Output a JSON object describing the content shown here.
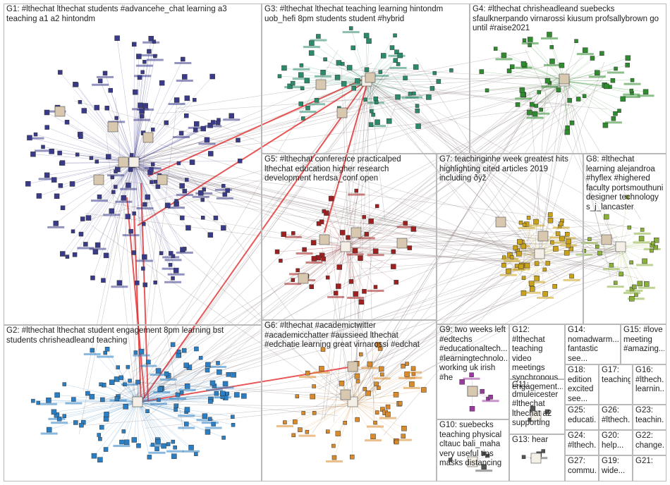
{
  "groups": [
    {
      "id": "G1",
      "label": "G1: #lthechat lthechat students #advancehe_chat learning a3\nteaching a1 a2 hintondm",
      "color": "#3a3a8a"
    },
    {
      "id": "G2",
      "label": "G2: #lthechat lthechat student engagement 8pm learning bst\nstudents chrisheadleand teaching",
      "color": "#2a7fc4"
    },
    {
      "id": "G3",
      "label": "G3: #lthechat lthechat teaching learning hintondm\nuob_hefi 8pm students student #hybrid",
      "color": "#2a8a6a"
    },
    {
      "id": "G4",
      "label": "G4: #lthechat chrisheadleand suebecks\nsfaulknerpando virnarossi kiusum profsallybrown go\nuntil #raise2021",
      "color": "#2e8b2e"
    },
    {
      "id": "G5",
      "label": "G5: #lthechat conference practicalped\nlthechat education higher research\ndevelopment herdsa_conf open",
      "color": "#a02020"
    },
    {
      "id": "G6",
      "label": "G6: #lthechat #academictwitter\n#academicchatter #aussieed lthechat\n#edchatie learning great virnarossi #edchat",
      "color": "#d98a2a"
    },
    {
      "id": "G7",
      "label": "G7: teachinginhe week greatest hits\nhighlighting cited articles 2019\nincluding ðÿž",
      "color": "#c9a21a"
    },
    {
      "id": "G8",
      "label": "G8: #lthechat\nlearning alejandroa\n#hyflex #highered\nfaculty portsmouthuni\ndesigner technology\ns_j_lancaster",
      "color": "#8ab03a"
    },
    {
      "id": "G9",
      "label": "G9: two weeks left\n#edtechs\n#educationaltech...\n#learningtechnolo...\nworking uk irish\n#he",
      "color": "#9a3aa0"
    },
    {
      "id": "G10",
      "label": "G10: suebecks\nteaching physical\ncltauc bali_maha\nvery useful tips\nmasks distancing",
      "color": "#555555"
    },
    {
      "id": "G11",
      "label": "G11:\ndmuleicester\n#lthechat\nlthechat a2\nsupporting",
      "color": "#555555"
    },
    {
      "id": "G12",
      "label": "G12: #lthechat\nteaching video\nmeetings\nsynchronous\nengagement...",
      "color": "#555555"
    },
    {
      "id": "G13",
      "label": "G13: hear",
      "color": "#555555"
    },
    {
      "id": "G14",
      "label": "G14:\nnomadwarm...\nfantastic see...",
      "color": "#555555"
    },
    {
      "id": "G15",
      "label": "G15: #love\nmeeting\n#amazing...",
      "color": "#555555"
    },
    {
      "id": "G16",
      "label": "G16:\n#lthech...\nlearnin...",
      "color": "#555555"
    },
    {
      "id": "G17",
      "label": "G17:\nteaching",
      "color": "#555555"
    },
    {
      "id": "G18",
      "label": "G18:\nedition\nexcited\nsee...",
      "color": "#555555"
    },
    {
      "id": "G19",
      "label": "G19:\nwide...",
      "color": "#555555"
    },
    {
      "id": "G20",
      "label": "G20:\nhelp...",
      "color": "#555555"
    },
    {
      "id": "G21",
      "label": "G21:",
      "color": "#555555"
    },
    {
      "id": "G22",
      "label": "G22:\nchange...",
      "color": "#555555"
    },
    {
      "id": "G23",
      "label": "G23:\nteachin...",
      "color": "#555555"
    },
    {
      "id": "G24",
      "label": "G24:\n#lthech...",
      "color": "#555555"
    },
    {
      "id": "G25",
      "label": "G25:\neducati...",
      "color": "#555555"
    },
    {
      "id": "G26",
      "label": "G26:\n#lthech...",
      "color": "#555555"
    },
    {
      "id": "G27",
      "label": "G27:\ncommu...",
      "color": "#555555"
    }
  ],
  "edge_color": "#7a6a6a",
  "highlight_edge_color": "#e02020"
}
